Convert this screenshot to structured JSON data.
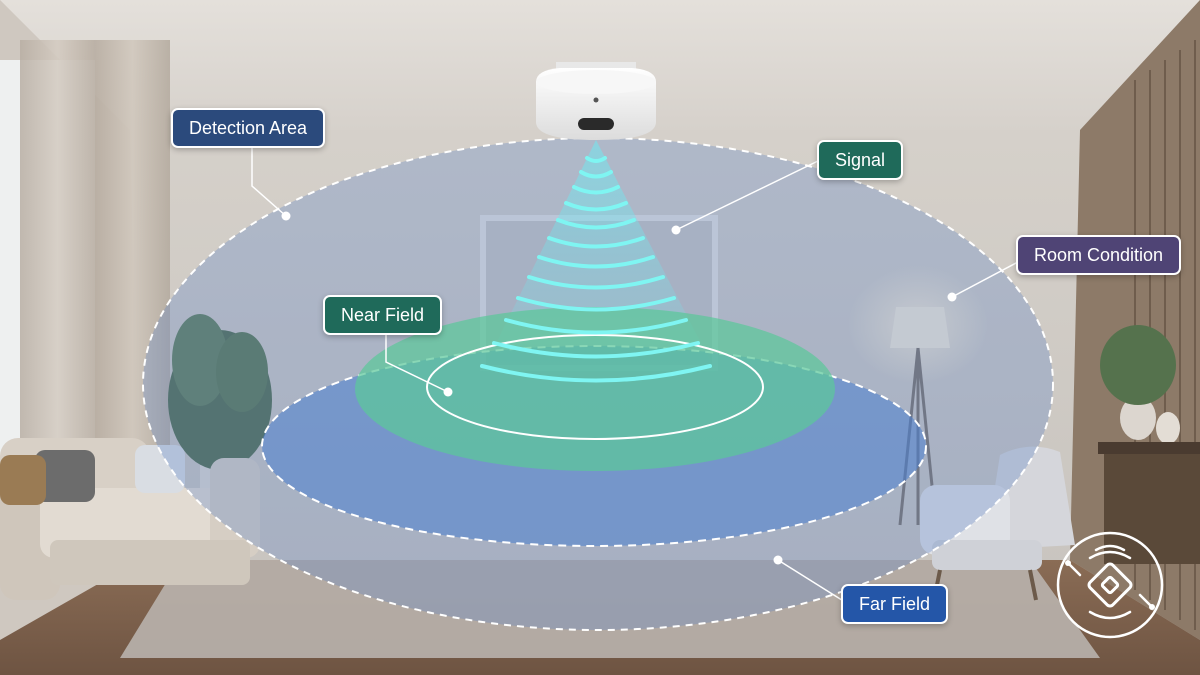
{
  "labels": {
    "detection_area": "Detection Area",
    "signal": "Signal",
    "room_condition": "Room Condition",
    "near_field": "Near Field",
    "far_field": "Far Field"
  },
  "colors": {
    "detection_area_label": "#2b4a7c",
    "signal_label": "#1f6a5a",
    "room_condition_label": "#4f4475",
    "near_field_label": "#1f6a5a",
    "far_field_label": "#2456a8",
    "far_field_fill": "#4a7fd0",
    "near_field_fill": "#5cc79a",
    "signal_waves": "#7ff5f2"
  },
  "icons": {
    "sensor": "ceiling-radar-sensor",
    "badge": "radar-sensor-logo-icon"
  }
}
